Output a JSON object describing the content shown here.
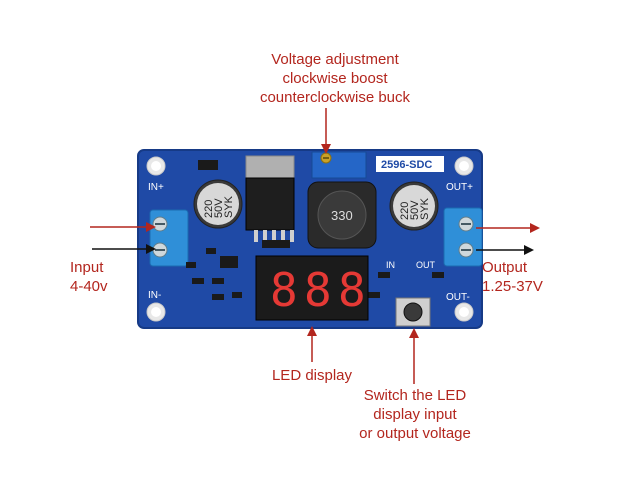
{
  "colors": {
    "board": "#1f4aa6",
    "board_dark": "#163a86",
    "callout_text": "#b3261e",
    "callout_line": "#b3261e",
    "arrow_in": "#b3261e",
    "arrow_dark": "#111111",
    "terminal": "#2f8fd8",
    "led_digit": "#e53935",
    "silkscreen": "#ffffff"
  },
  "callouts": {
    "voltage": [
      "Voltage adjustment",
      "clockwise boost",
      "counterclockwise buck"
    ],
    "input": [
      "Input",
      "4-40v"
    ],
    "output": [
      "Output",
      "1.25-37V"
    ],
    "led": [
      "LED display"
    ],
    "switch": [
      "Switch the LED",
      "display input",
      "or output voltage"
    ]
  },
  "board": {
    "model": "2596-SDC",
    "in_plus": "IN+",
    "in_minus": "IN-",
    "out_plus": "OUT+",
    "out_minus": "OUT-",
    "led_in": "IN",
    "led_out": "OUT",
    "inductor": "330",
    "cap_left": [
      "220",
      "50V",
      "SYK"
    ],
    "cap_right": [
      "220",
      "50V",
      "SYK"
    ],
    "display_digits": [
      "8",
      "8",
      "8"
    ]
  }
}
